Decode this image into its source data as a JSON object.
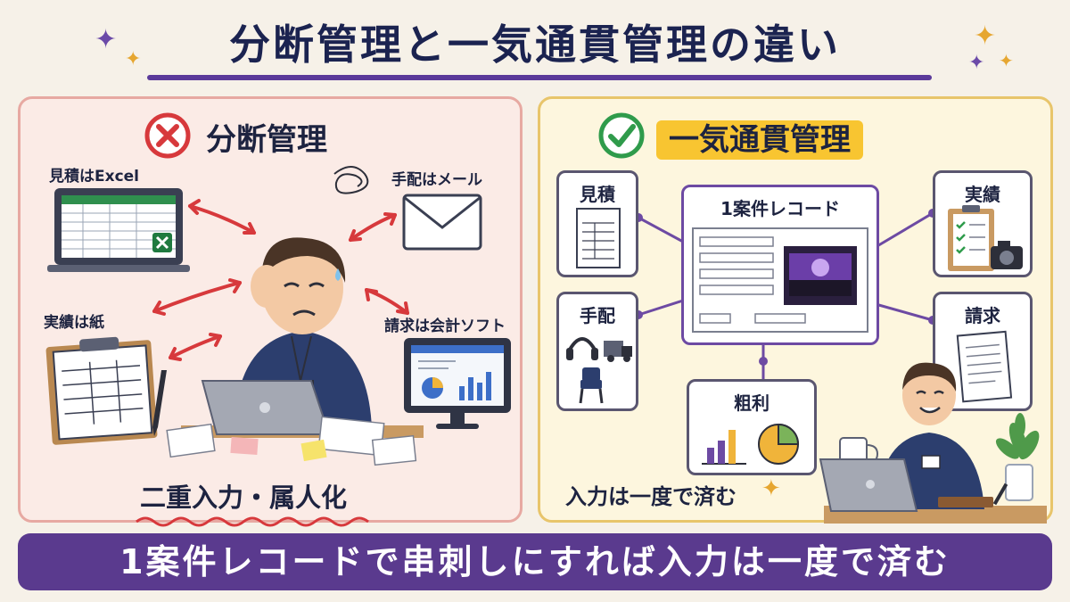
{
  "title": "分断管理と一気通貫管理の違い",
  "left_panel": {
    "heading": "分断管理",
    "labels": {
      "estimate": "見積はExcel",
      "arrangement": "手配はメール",
      "actual": "実績は紙",
      "billing": "請求は会計ソフト"
    },
    "caption": "二重入力・属人化"
  },
  "right_panel": {
    "heading": "一気通貫管理",
    "center_title": "1案件レコード",
    "cards": {
      "estimate": "見積",
      "arrangement": "手配",
      "actual": "実績",
      "billing": "請求",
      "gross_profit": "粗利"
    },
    "caption": "入力は一度で済む"
  },
  "banner": "1案件レコードで串刺しにすれば入力は一度で済む",
  "colors": {
    "accent_purple": "#5a3a8e",
    "error_red": "#d7393c",
    "check_green": "#2f9b4b",
    "highlight_yellow": "#f8c531"
  }
}
